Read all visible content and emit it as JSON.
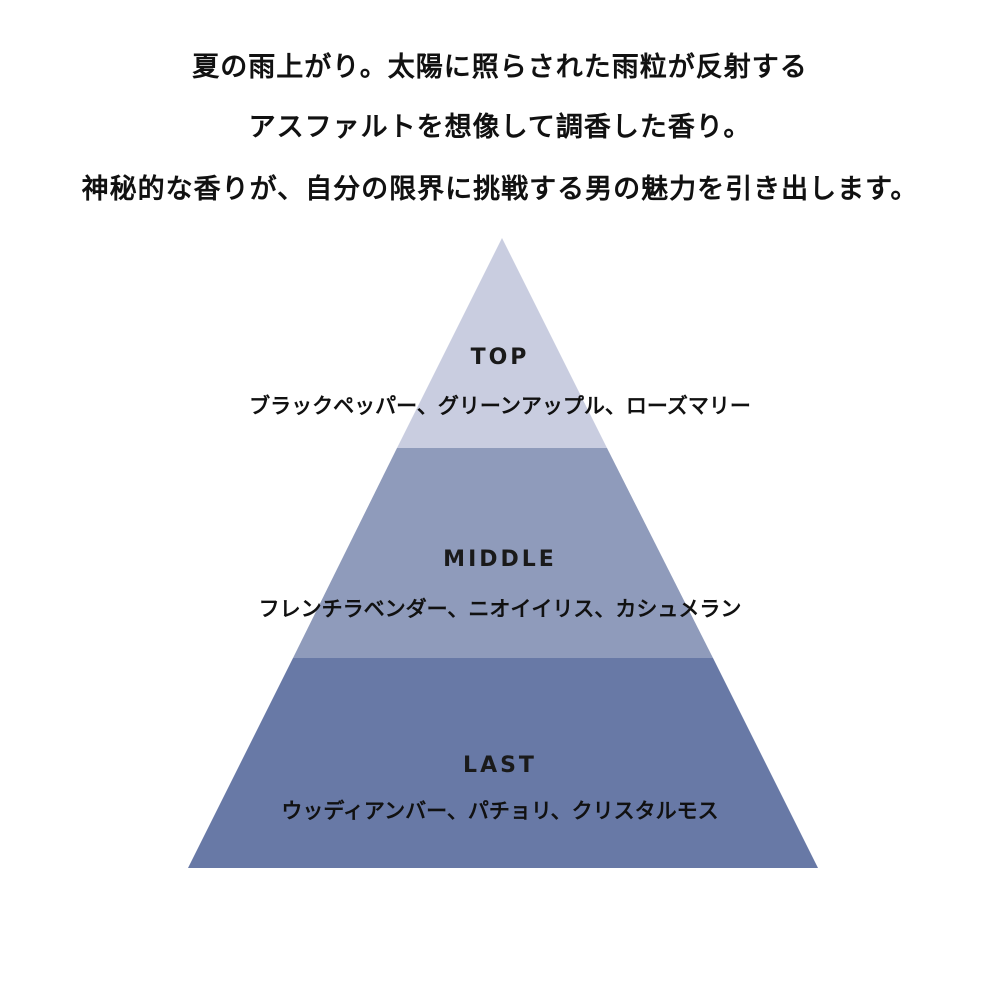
{
  "intro": [
    "夏の雨上がり。太陽に照らされた雨粒が反射する",
    "アスファルトを想像して調香した香り。",
    "神秘的な香りが、自分の限界に挑戦する男の魅力を引き出します。"
  ],
  "pyramid": {
    "top": {
      "label": "TOP",
      "notes": "ブラックペッパー、グリーンアップル、ローズマリー",
      "color": "#c9cde0"
    },
    "middle": {
      "label": "MIDDLE",
      "notes": "フレンチラベンダー、ニオイイリス、カシュメラン",
      "color": "#8f9bbb"
    },
    "last": {
      "label": "LAST",
      "notes": "ウッディアンバー、パチョリ、クリスタルモス",
      "color": "#6879a6"
    }
  }
}
